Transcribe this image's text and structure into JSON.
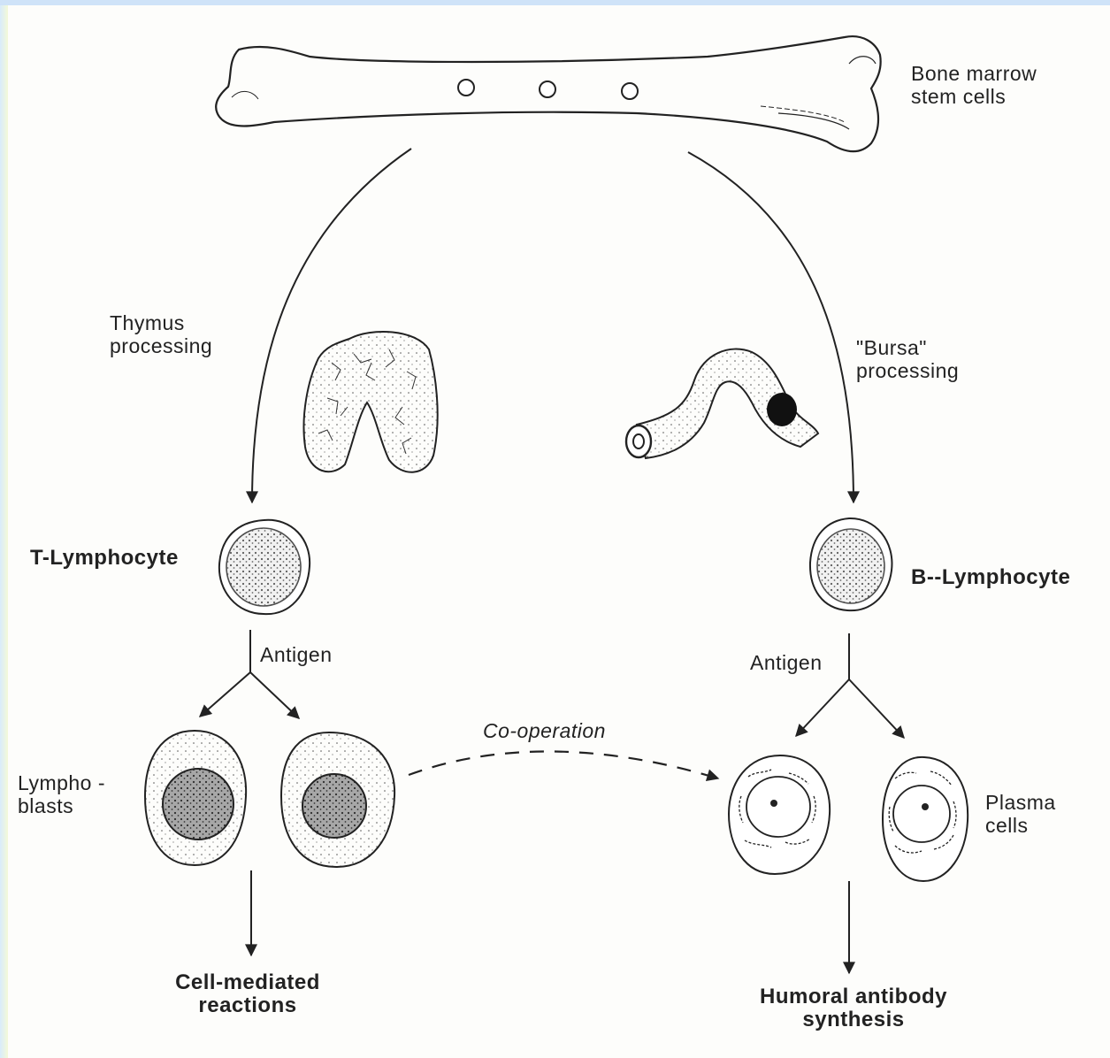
{
  "labels": {
    "bone_marrow": "Bone marrow\nstem cells",
    "thymus": "Thymus\nprocessing",
    "bursa": "\"Bursa\"\nprocessing",
    "t_lymphocyte": "T-Lymphocyte",
    "b_lymphocyte": "B--Lymphocyte",
    "antigen_left": "Antigen",
    "antigen_right": "Antigen",
    "cooperation": "Co-operation",
    "lymphoblasts": "Lympho -\nblasts",
    "plasma_cells": "Plasma\ncells",
    "cell_mediated": "Cell-mediated\nreactions",
    "humoral": "Humoral antibody\nsynthesis"
  },
  "colors": {
    "ink": "#222222",
    "paper": "#fdfdfb",
    "frame": "#cfe3f8"
  }
}
